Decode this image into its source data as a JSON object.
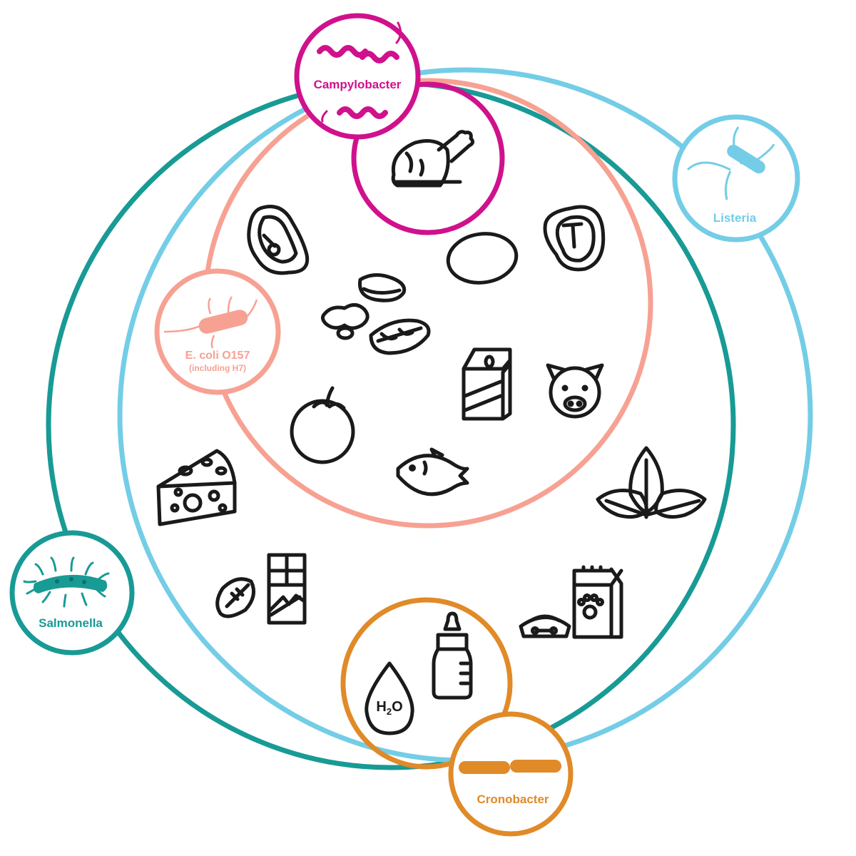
{
  "labels": {
    "campylobacter": "Campylobacter",
    "listeria": "Listeria",
    "ecoli_line1": "E. coli O157",
    "ecoli_line2": "(including H7)",
    "salmonella": "Salmonella",
    "cronobacter": "Cronobacter",
    "water_h": "H",
    "water_2": "2",
    "water_o": "O"
  },
  "colors": {
    "campylobacter": "#d0118c",
    "listeria": "#74cde6",
    "ecoli": "#f7a193",
    "salmonella": "#189a95",
    "cronobacter": "#e08a28",
    "icon_stroke": "#1a1a1a"
  },
  "icons": [
    "poultry-icon",
    "steak-icon",
    "t-bone-steak-icon",
    "egg-icon",
    "nuts-icon",
    "milk-carton-icon",
    "pig-icon",
    "tomato-icon",
    "fish-icon",
    "cheese-icon",
    "leafy-greens-icon",
    "chocolate-icon",
    "pet-food-icon",
    "baby-bottle-icon",
    "water-drop-icon"
  ]
}
